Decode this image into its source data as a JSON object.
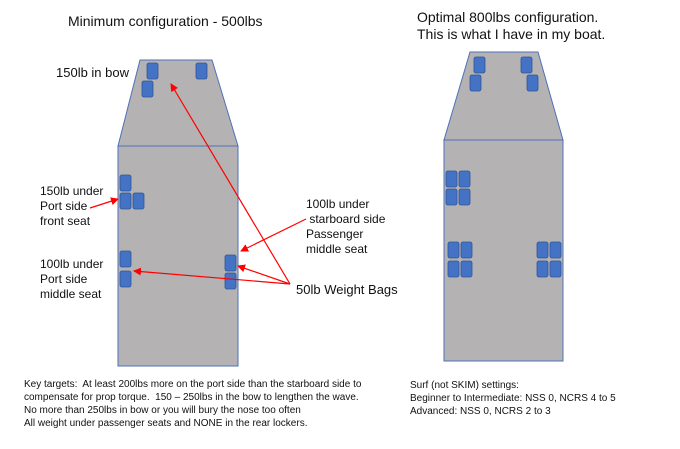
{
  "colors": {
    "hull": "#b4b2b3",
    "hull_stroke": "#4e71b8",
    "bag": "#4472c4",
    "bag_stroke": "#2f5597",
    "arrow": "#ff0000"
  },
  "left": {
    "title": "Minimum configuration - 500lbs",
    "bow_label": "150lb in bow",
    "port_front_label": "150lb under\nPort side\nfront seat",
    "port_middle_label": "100lb under\nPort side\nmiddle seat",
    "starboard_label": "100lb under\n starboard side\nPassenger\nmiddle seat",
    "weight_bags_label": "50lb Weight Bags",
    "key_targets": "Key targets:  At least 200lbs more on the port side than the starboard side to\ncompensate for prop torque.  150 – 250lbs in the bow to lengthen the wave.\nNo more than 250lbs in bow or you will bury the nose too often\nAll weight under passenger seats and NONE in the rear lockers."
  },
  "right": {
    "title": "Optimal 800lbs configuration.\nThis is what I have in my boat.",
    "surf_settings": "Surf (not SKIM) settings:\nBeginner to Intermediate: NSS 0, NCRS 4 to 5\nAdvanced: NSS 0, NCRS 2 to 3"
  }
}
